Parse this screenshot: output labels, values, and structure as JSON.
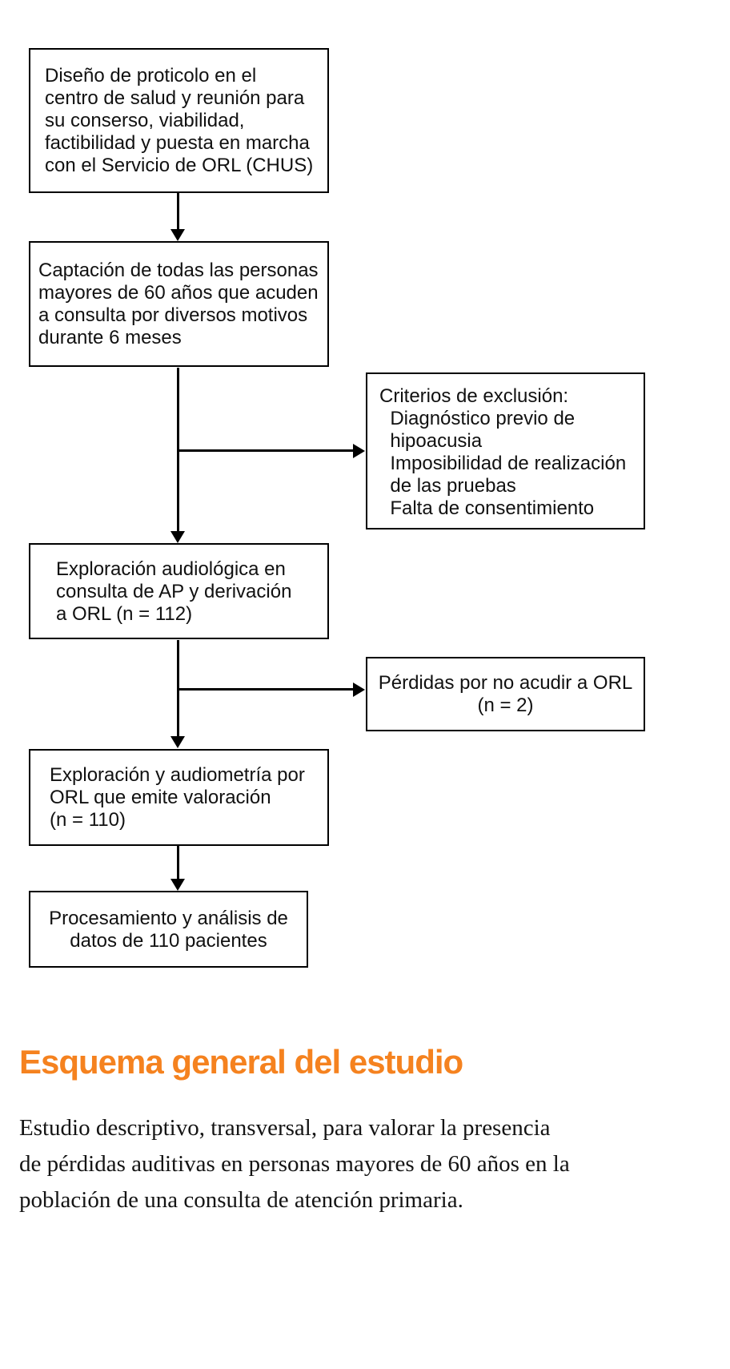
{
  "diagram": {
    "boxes": {
      "protocol": "Diseño de proticolo en el\ncentro de salud y reunión para\nsu conserso, viabilidad,\nfactibilidad y puesta en marcha\ncon el Servicio de ORL (CHUS)",
      "capture": "Captación de todas las personas\nmayores de 60 años que acuden\na consulta por diversos motivos\ndurante 6 meses",
      "exclusion": "Criterios de exclusión:\n  Diagnóstico previo de\n  hipoacusia\n  Imposibilidad de realización\n  de las pruebas\n  Falta de consentimiento",
      "ap_exploration": "Exploración audiológica en\nconsulta de AP y derivación\na ORL (n = 112)",
      "losses": "Pérdidas por no acudir a ORL\n(n = 2)",
      "orl_exploration": "Exploración y audiometría por\nORL que emite valoración\n(n = 110)",
      "processing": "Procesamiento y análisis de\ndatos de 110 pacientes"
    },
    "caption": {
      "title": "Esquema general del estudio",
      "title_color": "#f5821f",
      "description": "Estudio descriptivo, transversal, para valorar la presencia\nde pérdidas auditivas en personas mayores de 60 años en la\npoblación de una consulta de atención primaria."
    }
  }
}
